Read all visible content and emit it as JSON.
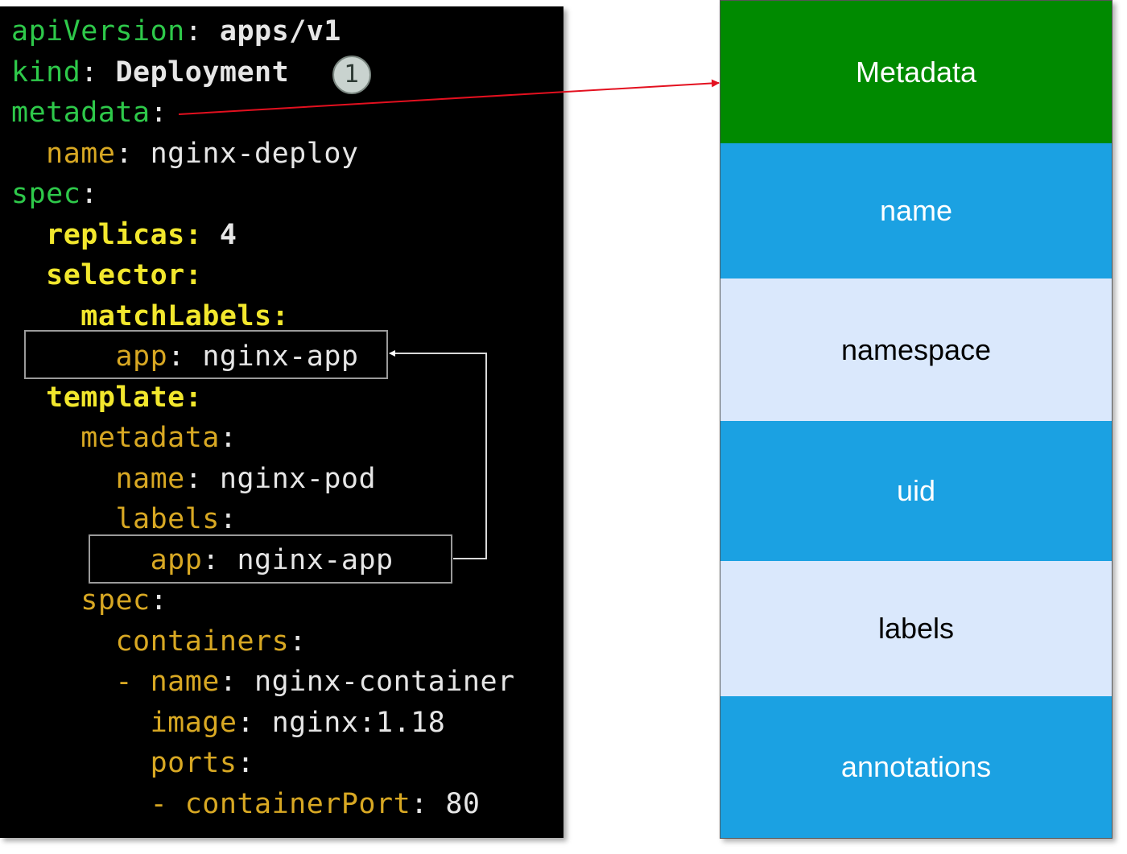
{
  "code": {
    "lines": [
      {
        "key": "apiVersion",
        "sep": ": ",
        "value": "apps/v1",
        "indent": "",
        "style": "k-green"
      },
      {
        "key": "kind",
        "sep": ": ",
        "value": "Deployment",
        "indent": "",
        "style": "k-green"
      },
      {
        "key": "metadata",
        "sep": ":",
        "value": "",
        "indent": "",
        "style": "k-green"
      },
      {
        "key": "name",
        "sep": ": ",
        "value": "nginx-deploy",
        "indent": "  ",
        "style": "k-yellow"
      },
      {
        "key": "spec",
        "sep": ":",
        "value": "",
        "indent": "",
        "style": "k-green"
      },
      {
        "key": "replicas",
        "sep": ": ",
        "value": "4",
        "indent": "  ",
        "style": "k-bold"
      },
      {
        "key": "selector",
        "sep": ":",
        "value": "",
        "indent": "  ",
        "style": "k-bold"
      },
      {
        "key": "matchLabels",
        "sep": ":",
        "value": "",
        "indent": "    ",
        "style": "k-bold"
      },
      {
        "key": "app",
        "sep": ": ",
        "value": "nginx-app",
        "indent": "      ",
        "style": "k-yellow"
      },
      {
        "key": "template",
        "sep": ":",
        "value": "",
        "indent": "  ",
        "style": "k-bold"
      },
      {
        "key": "metadata",
        "sep": ":",
        "value": "",
        "indent": "    ",
        "style": "k-yellow"
      },
      {
        "key": "name",
        "sep": ": ",
        "value": "nginx-pod",
        "indent": "      ",
        "style": "k-yellow"
      },
      {
        "key": "labels",
        "sep": ":",
        "value": "",
        "indent": "      ",
        "style": "k-yellow"
      },
      {
        "key": "app",
        "sep": ": ",
        "value": "nginx-app",
        "indent": "        ",
        "style": "k-yellow"
      },
      {
        "key": "spec",
        "sep": ":",
        "value": "",
        "indent": "    ",
        "style": "k-yellow"
      },
      {
        "key": "containers",
        "sep": ":",
        "value": "",
        "indent": "      ",
        "style": "k-yellow"
      },
      {
        "key": "name",
        "sep": ": ",
        "value": "nginx-container",
        "indent": "      - ",
        "style": "k-yellow"
      },
      {
        "key": "image",
        "sep": ": ",
        "value": "nginx:1.18",
        "indent": "        ",
        "style": "k-yellow"
      },
      {
        "key": "ports",
        "sep": ":",
        "value": "",
        "indent": "        ",
        "style": "k-yellow"
      },
      {
        "key": "containerPort",
        "sep": ": ",
        "value": "80",
        "indent": "        - ",
        "style": "k-yellow"
      }
    ],
    "badge": "1"
  },
  "stack": {
    "blocks": [
      {
        "label": "Metadata",
        "bg": "#008a00",
        "fg": "#ffffff"
      },
      {
        "label": "name",
        "bg": "#1ba1e2",
        "fg": "#ffffff"
      },
      {
        "label": "namespace",
        "bg": "#dae8fc",
        "fg": "#000000"
      },
      {
        "label": "uid",
        "bg": "#1ba1e2",
        "fg": "#ffffff"
      },
      {
        "label": "labels",
        "bg": "#dae8fc",
        "fg": "#000000"
      },
      {
        "label": "annotations",
        "bg": "#1ba1e2",
        "fg": "#ffffff"
      }
    ]
  },
  "colors": {
    "metadata_arrow": "#e3101f",
    "label_connector": "#d9d9d9"
  }
}
